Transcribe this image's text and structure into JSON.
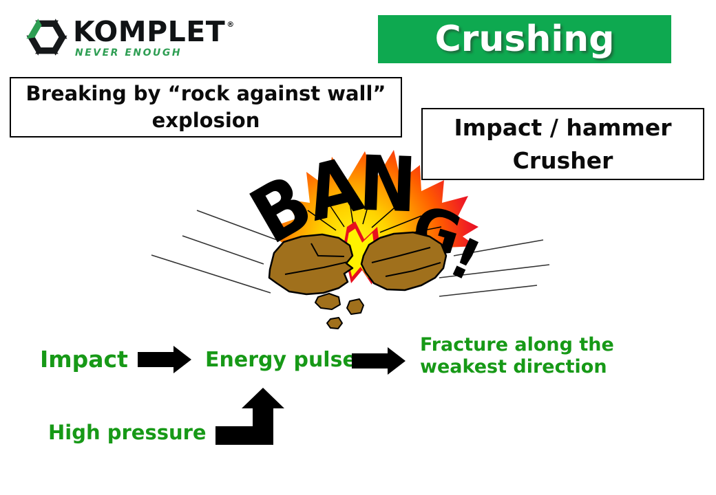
{
  "slide": {
    "logo": {
      "brand": "KOMPLET",
      "registered": "®",
      "tagline": "NEVER ENOUGH",
      "mark_icon": "hexagon-aperture-icon"
    },
    "title": "Crushing",
    "callouts": {
      "breaking_box": {
        "line1": "Breaking by “rock against wall”",
        "line2": "explosion"
      },
      "crusher_box": {
        "line1": "Impact / hammer",
        "line2": "Crusher"
      }
    },
    "explosion": {
      "bang_text": "BANG!",
      "letters": [
        "B",
        "A",
        "N",
        "G",
        "!"
      ]
    },
    "flow": {
      "step1": "Impact",
      "step2": "Energy pulse",
      "step3": "Fracture along the weakest direction",
      "input": "High pressure"
    },
    "colors": {
      "banner_green": "#0EA950",
      "text_green": "#179917",
      "logo_green": "#2E9E53",
      "rock_brown": "#A0701C",
      "flame_red": "#E8101E",
      "flame_orange": "#FF8A00",
      "flame_yellow": "#FFF200",
      "arrow_black": "#000000",
      "line_gray": "#333333"
    }
  }
}
